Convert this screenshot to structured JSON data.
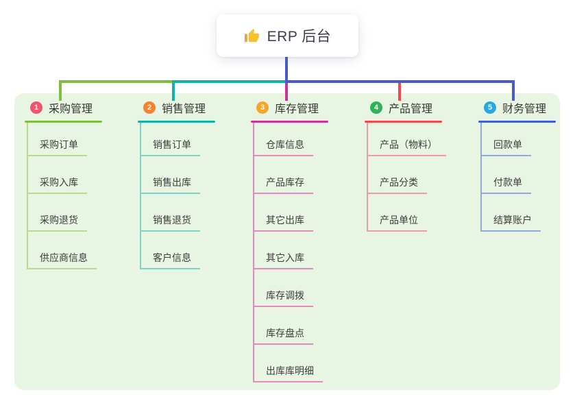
{
  "root": {
    "label": "ERP 后台",
    "icon": "thumbs-up-icon",
    "line_color": "#4a59d2",
    "card_background": "#ffffff",
    "text_color": "#3a3f4d"
  },
  "panel": {
    "background": "#e9f5e3"
  },
  "branches": [
    {
      "number": "1",
      "label": "采购管理",
      "badge_color": "#ee556d",
      "line_color": "#7fbe3f",
      "child_line_color": "#b5db90",
      "children": [
        "采购订单",
        "采购入库",
        "采购退货",
        "供应商信息"
      ]
    },
    {
      "number": "2",
      "label": "销售管理",
      "badge_color": "#f6812e",
      "line_color": "#10b3a6",
      "child_line_color": "#7fd2c9",
      "children": [
        "销售订单",
        "销售出库",
        "销售退货",
        "客户信息"
      ]
    },
    {
      "number": "3",
      "label": "库存管理",
      "badge_color": "#f8a62a",
      "line_color": "#ce3197",
      "child_line_color": "#ef85be",
      "children": [
        "仓库信息",
        "产品库存",
        "其它出库",
        "其它入库",
        "库存调拨",
        "库存盘点",
        "出库库明细"
      ]
    },
    {
      "number": "4",
      "label": "产品管理",
      "badge_color": "#2db457",
      "line_color": "#f4484e",
      "child_line_color": "#f59ba0",
      "children": [
        "产品（物料）",
        "产品分类",
        "产品单位"
      ]
    },
    {
      "number": "5",
      "label": "财务管理",
      "badge_color": "#29a8e0",
      "line_color": "#3c5fd8",
      "child_line_color": "#90a9e2",
      "children": [
        "回款单",
        "付款单",
        "结算账户"
      ]
    }
  ]
}
